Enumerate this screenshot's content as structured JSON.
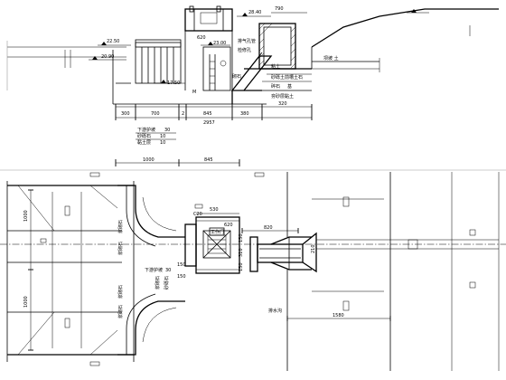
{
  "section": {
    "elevations": {
      "top": "28.40",
      "left_upper": "22.50",
      "left_lower": "20.90",
      "floor": "17.50",
      "mid": "23.00"
    },
    "labels": {
      "top_note": "790",
      "gate_width": "620",
      "note_a": "排气孔管",
      "note_b": "检修孔",
      "note_c": "砌石",
      "note_d": "粘土",
      "note_e": "砂砾土前槽土石",
      "note_f": "夯砂层黏土",
      "note_g": "M",
      "note_h": "碎石",
      "note_i": "基",
      "right_note": "坝坡 土"
    },
    "dims": [
      "300",
      "700",
      "2",
      "845",
      "380",
      "320"
    ],
    "total": "2957",
    "legend": [
      {
        "label": "下游护坡",
        "value": "30"
      },
      {
        "label": "砂砾石",
        "value": "10"
      },
      {
        "label": "黏土层",
        "value": "10"
      }
    ]
  },
  "plan": {
    "top_dims": [
      "1000",
      "845"
    ],
    "inner_dims": [
      "530",
      "620",
      "820"
    ],
    "left_dims": [
      "1000",
      "1000"
    ],
    "mid_tags": [
      "浆砌石",
      "浆砌石",
      "浆砌石",
      "浆砌石"
    ],
    "center_label": "下游护坡",
    "center_value": "30",
    "center_col": [
      "浆砌石",
      "砂砾石"
    ],
    "small_labels": [
      "150",
      "150"
    ],
    "stacked_dims": [
      "150",
      "310",
      "150"
    ],
    "right_dim": "1580",
    "bottom_label": "排水沟",
    "side_width": "210",
    "post_label": "C20",
    "gate_tag": "工作门"
  }
}
